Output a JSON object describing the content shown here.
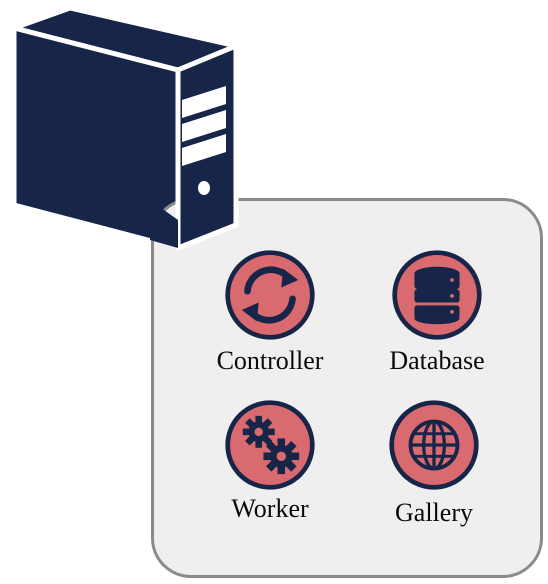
{
  "colors": {
    "server": "#172548",
    "icon_fill": "#d96a6f",
    "icon_ring": "#172548",
    "panel_fill": "#efefef",
    "panel_border": "#8a8a8a"
  },
  "server": {
    "icon": "server-tower-icon"
  },
  "components": [
    {
      "label": "Controller",
      "icon": "refresh-icon"
    },
    {
      "label": "Database",
      "icon": "database-icon"
    },
    {
      "label": "Worker",
      "icon": "gears-icon"
    },
    {
      "label": "Gallery",
      "icon": "globe-icon"
    }
  ]
}
